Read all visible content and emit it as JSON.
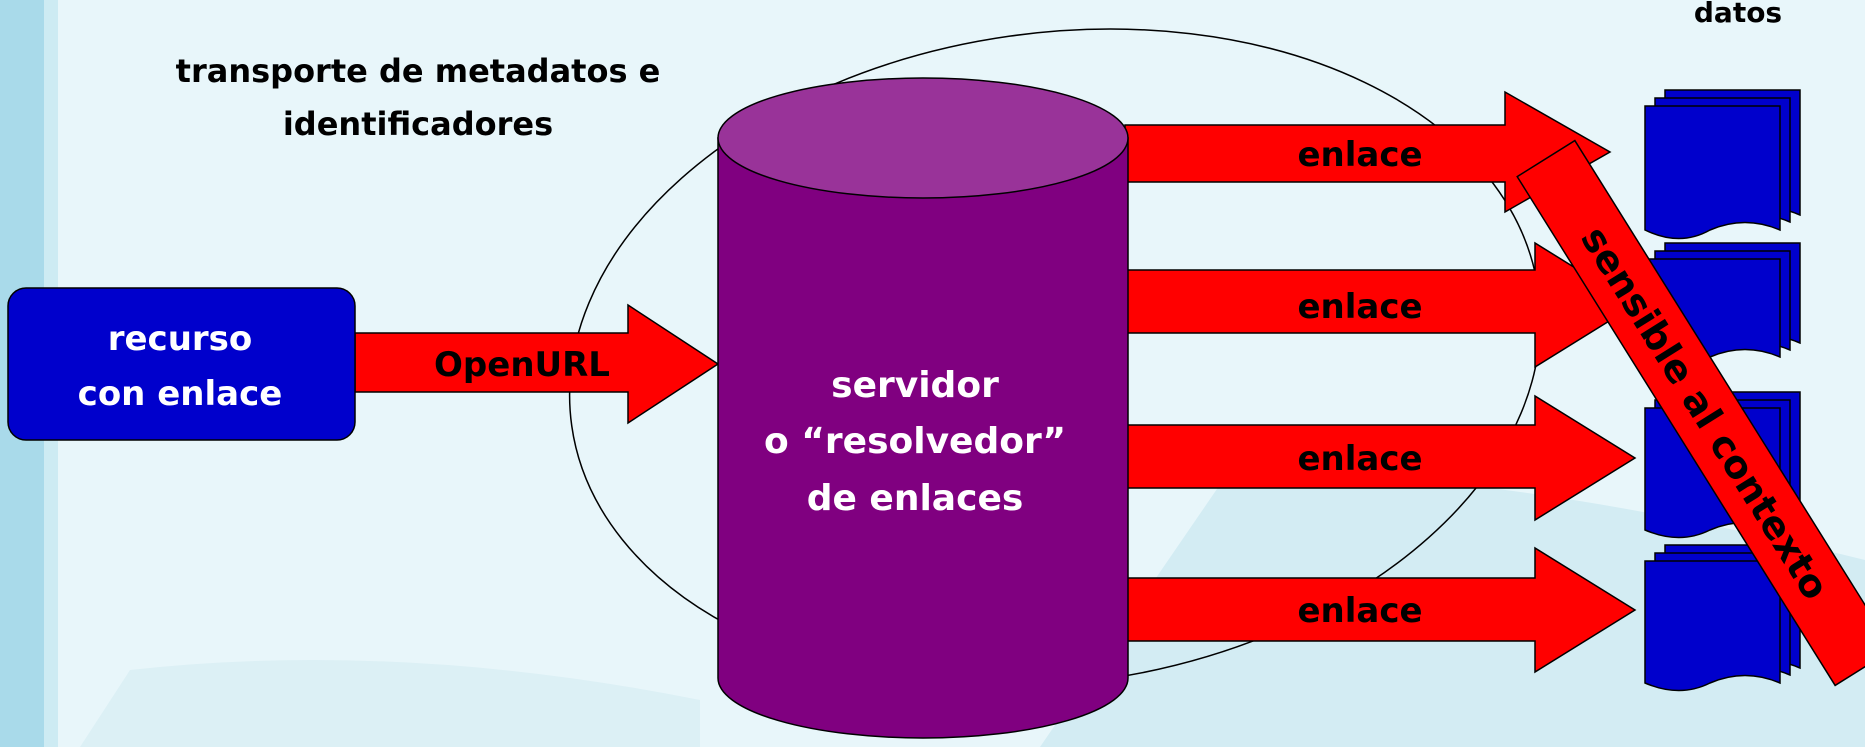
{
  "labels": {
    "top_right": "datos",
    "transport_line1": "transporte de metadatos e",
    "transport_line2": "identificadores",
    "resource_line1": "recurso",
    "resource_line2": "con enlace",
    "openurl": "OpenURL",
    "server_line1": "servidor",
    "server_line2": "o “resolvedor”",
    "server_line3": "de enlaces",
    "context_banner": "sensible al contexto"
  },
  "links": [
    {
      "label": "enlace"
    },
    {
      "label": "enlace"
    },
    {
      "label": "enlace"
    },
    {
      "label": "enlace"
    }
  ],
  "colors": {
    "background": "#e8f6fa",
    "left_strip": "#a9daea",
    "arrow": "#ff0000",
    "resource_box": "#0000cc",
    "cylinder_body": "#800080",
    "cylinder_top": "#993399",
    "documents": "#0000cc"
  }
}
